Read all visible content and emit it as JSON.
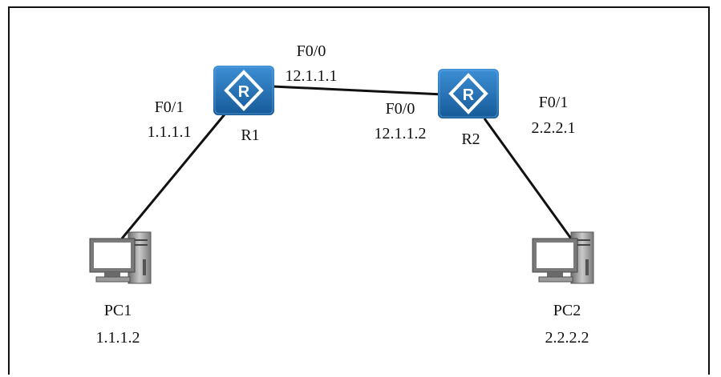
{
  "diagram": {
    "routers": [
      {
        "id": "R1",
        "label": "R1",
        "glyph": "R"
      },
      {
        "id": "R2",
        "label": "R2",
        "glyph": "R"
      }
    ],
    "hosts": [
      {
        "id": "PC1",
        "label": "PC1",
        "ip": "1.1.1.2"
      },
      {
        "id": "PC2",
        "label": "PC2",
        "ip": "2.2.2.2"
      }
    ],
    "interfaces": {
      "r1_f00": {
        "name": "F0/0",
        "ip": "12.1.1.1"
      },
      "r1_f01": {
        "name": "F0/1",
        "ip": "1.1.1.1"
      },
      "r2_f00": {
        "name": "F0/0",
        "ip": "12.1.1.2"
      },
      "r2_f01": {
        "name": "F0/1",
        "ip": "2.2.2.1"
      }
    },
    "links": [
      {
        "from": "R1",
        "to": "R2"
      },
      {
        "from": "R1",
        "to": "PC1"
      },
      {
        "from": "R2",
        "to": "PC2"
      }
    ],
    "colors": {
      "router_fill": "#1f6fb2",
      "router_symbol": "#ffffff",
      "link": "#111111",
      "pc_gray": "#8c8c8c"
    },
    "icons": {
      "router": "router-icon",
      "pc": "pc-icon"
    }
  }
}
